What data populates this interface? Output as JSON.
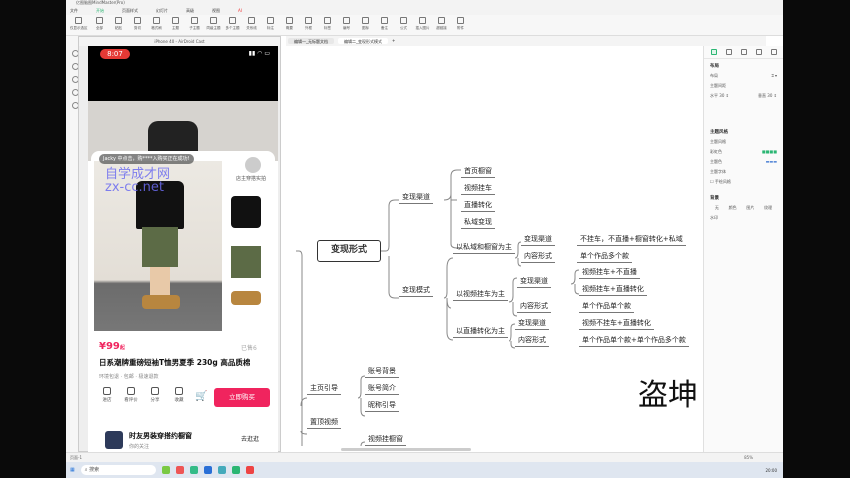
{
  "app": {
    "title": "亿图脑图MindMaster(Pro)",
    "menu": [
      "文件",
      "开始",
      "页面样式",
      "幻灯片",
      "高级",
      "视图",
      "AI"
    ],
    "toolbar": [
      "仅显示选区",
      "全部",
      "粘贴",
      "剪切",
      "格式刷",
      "主题",
      "子主题",
      "同级主题",
      "多个主题",
      "关系线",
      "标注",
      "概要",
      "外框",
      "标签",
      "编号",
      "图标",
      "备注",
      "公式",
      "插入图片",
      "超链接",
      "附件"
    ],
    "tabs": [
      "编辑一_无标题文档",
      "编辑二_变现形式模式"
    ],
    "accent": "#2bb673"
  },
  "phone": {
    "window_title": "iPhone 40 - AirDroid Cast",
    "time": "8:07",
    "toast": "Jacky 中点击，购****入购买正在成功!",
    "watermark_line1": "自学成才网",
    "watermark_line2": "zx-cc.net",
    "shop_badge": "店主穿搭实拍",
    "price": "¥99",
    "price_suffix": "起",
    "sold": "已售6",
    "title": "日系潮牌重磅短袖T恤男夏季 230g 高品质棉",
    "subtitle": "环境包退 · 包邮 · 极速退款",
    "actions": [
      "进店",
      "看评价",
      "分享",
      "收藏"
    ],
    "buy_label": "立即购买",
    "shop_name": "时友男装穿搭约橱窗",
    "shop_sub": "你的关注",
    "go_shop": "去逛逛",
    "buy_color": "#f0245e"
  },
  "mindmap": {
    "root": "变现形式",
    "nodes": {
      "channel": "变现渠道",
      "c1": "首页橱窗",
      "c2": "视频挂车",
      "c3": "直播转化",
      "c4": "私域变现",
      "mode": "变现模式",
      "m1": "以私域和橱窗为主",
      "m1a": "变现渠道",
      "m1a1": "不挂车，不直播+橱窗转化+私域",
      "m1b": "内容形式",
      "m1b1": "单个作品多个款",
      "m2": "以视频挂车为主",
      "m2a": "变现渠道",
      "m2a1": "视频挂车+不直播",
      "m2a2": "视频挂车+直播转化",
      "m2b": "内容形式",
      "m2b1": "单个作品单个款",
      "m3": "以直播转化为主",
      "m3a": "变现渠道",
      "m3a1": "视频不挂车+直播转化",
      "m3b": "内容形式",
      "m3b1": "单个作品单个款+单个作品多个款",
      "g": "主页引导",
      "g1": "账号背景",
      "g2": "账号简介",
      "g3": "昵称引导",
      "t": "置顶视频",
      "t1": "视频挂橱窗"
    }
  },
  "right_panel": {
    "sections": [
      "布局",
      "主题间距",
      "主题风格",
      "背景"
    ],
    "labels": [
      "布局",
      "水平",
      "垂直",
      "主题风格",
      "彩虹色",
      "主题色",
      "主题字体",
      "手绘风格",
      "无",
      "颜色",
      "图片",
      "纹理",
      "水印"
    ]
  },
  "overlay_watermark": "盗坤",
  "statusbar": {
    "left": "页面-1",
    "zoom": "85%"
  },
  "taskbar": {
    "search": "搜索",
    "time": "20:00"
  }
}
